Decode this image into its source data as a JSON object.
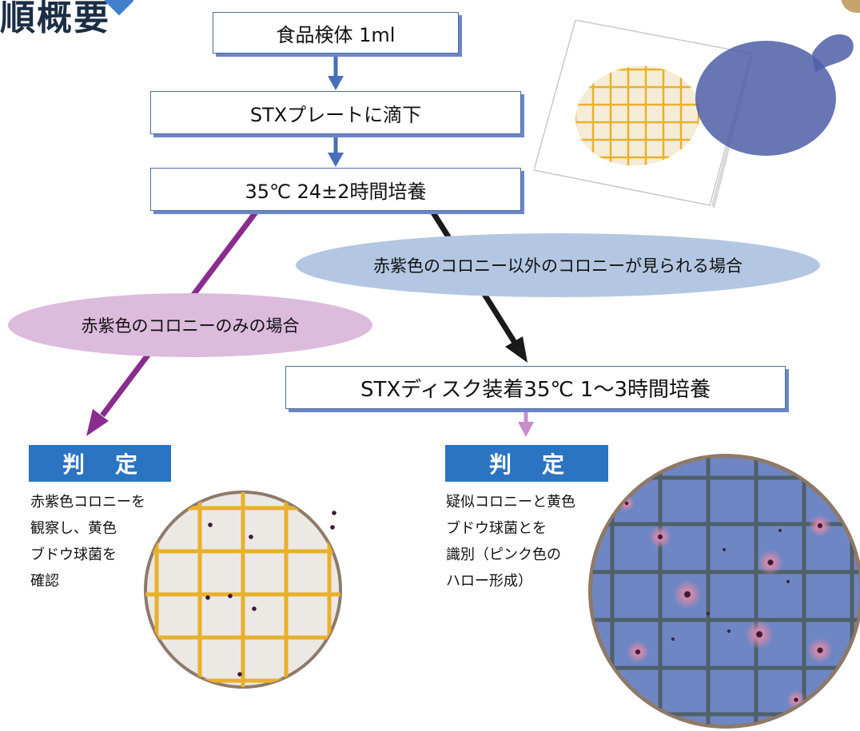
{
  "header": {
    "title": "順概要"
  },
  "flow": {
    "step1": "食品検体 1ml",
    "step2": "STXプレートに滴下",
    "step3": "35℃ 24±2時間培養",
    "step4": "STXディスク装着35℃ 1〜3時間培養",
    "condition_other": "赤紫色のコロニー以外のコロニーが見られる場合",
    "condition_only": "赤紫色のコロニーのみの場合"
  },
  "left_result": {
    "heading": "判定",
    "lines": [
      "赤紫色コロニーを",
      "観察し、黄色",
      "ブドウ球菌を",
      "確認"
    ]
  },
  "right_result": {
    "heading": "判定",
    "lines": [
      "疑似コロニーと黄色",
      "ブドウ球菌とを",
      "識別（ピンク色の",
      "ハロー形成）"
    ]
  },
  "colors": {
    "blue_arrow": "#4a6fb8",
    "purple_arrow": "#8a2c8e",
    "black_arrow": "#1a1a1a",
    "pink_arrow": "#c98ccc",
    "verdict_bar": "#2a74c2",
    "pill_blue": "#b3c7e2",
    "pill_purple": "#dcbbdd",
    "grid_yellow": "#e9b02b"
  }
}
